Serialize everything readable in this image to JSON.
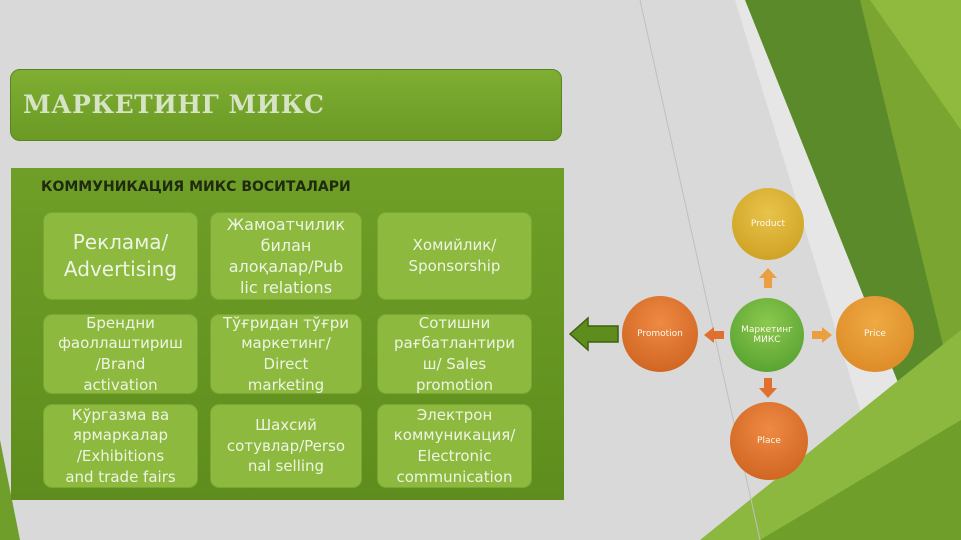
{
  "slide": {
    "title": "МАРКЕТИНГ МИКС",
    "panel_title": "КОММУНИКАЦИЯ МИКС ВОСИТАЛАРИ",
    "boxes": [
      {
        "lines": [
          "Реклама/",
          "Advertising"
        ]
      },
      {
        "lines": [
          "Жамоатчилик",
          "билан",
          "алоқалар/Pub",
          "lic relations"
        ]
      },
      {
        "lines": [
          "Хомийлик/",
          "Sponsorship"
        ]
      },
      {
        "lines": [
          "Брендни",
          "фаоллаштириш",
          "/Brand",
          "activation"
        ]
      },
      {
        "lines": [
          "Тўғридан тўғри",
          "маркетинг/",
          "Direct",
          "marketing"
        ]
      },
      {
        "lines": [
          "Сотишни",
          "рағбатлантири",
          "ш/ Sales",
          "promotion"
        ]
      },
      {
        "lines": [
          "Кўргазма ва",
          "ярмаркалар",
          "/Exhibitions",
          "and trade fairs"
        ]
      },
      {
        "lines": [
          "Шахсий",
          "сотувлар/Perso",
          "nal selling"
        ]
      },
      {
        "lines": [
          "Электрон",
          "коммуникация/",
          "Electronic",
          "communication"
        ]
      }
    ],
    "diagram": {
      "center": {
        "lines": [
          "Маркетинг",
          "МИКС"
        ]
      },
      "top": "Product",
      "left": "Promotion",
      "right": "Price",
      "bottom": "Place"
    },
    "colors": {
      "green_dark": "#5e8d1d",
      "green_box": "#8cb93e",
      "orange": "#d9721e",
      "gold": "#d8ad2c"
    }
  }
}
